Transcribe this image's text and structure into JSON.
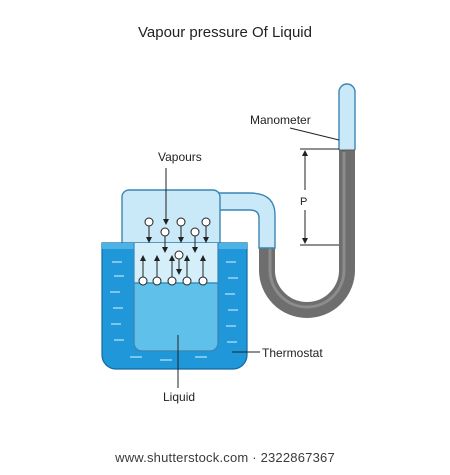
{
  "title": "Vapour pressure Of Liquid",
  "labels": {
    "manometer": "Manometer",
    "vapours": "Vapours",
    "pressure": "P",
    "thermostat": "Thermostat",
    "liquid": "Liquid"
  },
  "watermark": "www.shutterstock.com · 2322867367",
  "colors": {
    "bath_water": "#1f97d8",
    "bath_water_light": "#4db3e6",
    "glass": "#c9e8f8",
    "glass_outline": "#3b86b5",
    "inner_liquid": "#5fc0ea",
    "mercury": "#6e6e6e",
    "mercury_light": "#8c8c8c"
  }
}
